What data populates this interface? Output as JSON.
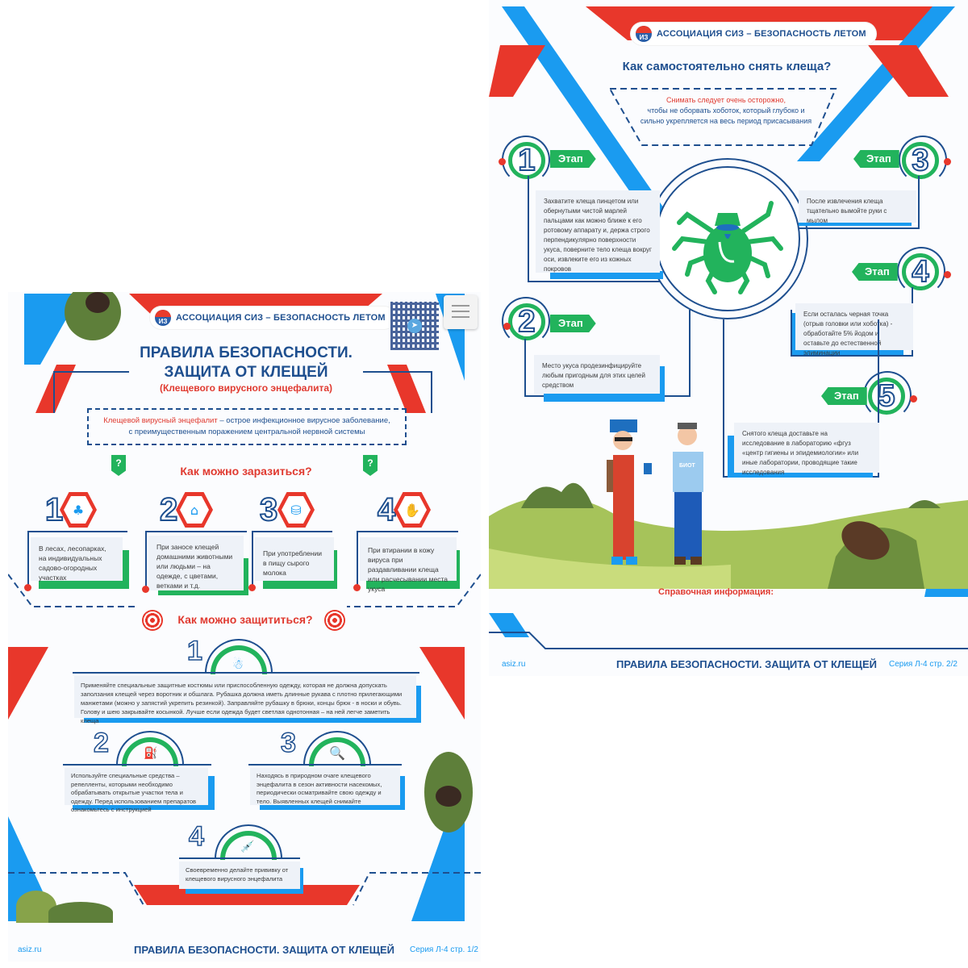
{
  "header": {
    "org_pill": "АССОЦИАЦИЯ СИЗ – БЕЗОПАСНОСТЬ ЛЕТОМ",
    "logo_text": "ИЗ"
  },
  "page1": {
    "title_line1": "ПРАВИЛА БЕЗОПАСНОСТИ.",
    "title_line2": "ЗАЩИТА ОТ КЛЕЩЕЙ",
    "subtitle": "(Клещевого вирусного энцефалита)",
    "definition_term": "Клещевой вирусный энцефалит",
    "definition_rest": " – острое инфекционное вирусное заболевание,",
    "definition_line2": "с преимущественным поражением центральной нервной системы",
    "question_mark": "?",
    "infection_heading": "Как можно заразиться?",
    "infection_items": [
      {
        "num": "1",
        "icon": "trees-icon",
        "text": "В лесах, лесопарках, на индивидуальных садово-огородных участках"
      },
      {
        "num": "2",
        "icon": "pet-house-icon",
        "text": "При заносе клещей домашними животными или людьми – на одежде, с цветами, ветками и т.д."
      },
      {
        "num": "3",
        "icon": "milk-can-icon",
        "text": "При употреблении в пищу сырого молока"
      },
      {
        "num": "4",
        "icon": "glove-icon",
        "text": "При втирании в кожу вируса при раздавливании клеща или расчесывании места укуса"
      }
    ],
    "protection_heading": "Как можно защититься?",
    "protection_items": [
      {
        "num": "1",
        "icon": "protective-suit-icon",
        "text": "Применяйте специальные защитные костюмы или приспособленную одежду, которая не должна допускать заползания клещей через воротник и обшлага. Рубашка должна иметь длинные рукава с плотно прилегающими манжетами (можно у запястий укрепить резинкой). Заправляйте рубашку в брюки, концы брюк - в носки и обувь. Голову и шею закрывайте косынкой. Лучше если одежда будет светлая однотонная – на ней легче заметить клеща"
      },
      {
        "num": "2",
        "icon": "repellent-spray-icon",
        "text": "Используйте специальные средства – репелленты, которыми необходимо обрабатывать открытые участки тела и одежду. Перед использованием препаратов ознакомьтесь с инструкцией"
      },
      {
        "num": "3",
        "icon": "magnifier-tick-icon",
        "text": "Находясь в природном очаге клещевого энцефалита в сезон активности насекомых, периодически осматривайте свою одежду и тело. Выявленных клещей снимайте"
      },
      {
        "num": "4",
        "icon": "vaccine-icon",
        "text": "Своевременно делайте прививку от клещевого вирусного энцефалита"
      }
    ],
    "footer": {
      "site": "asiz.ru",
      "title": "ПРАВИЛА БЕЗОПАСНОСТИ. ЗАЩИТА ОТ КЛЕЩЕЙ",
      "series": "Серия Л-4 стр. 1/2"
    }
  },
  "page2": {
    "title": "Как самостоятельно снять клеща?",
    "warning_red": "Снимать следует очень осторожно,",
    "warning_rest": "чтобы не оборвать хоботок, который глубоко и сильно укрепляется на весь период присасывания",
    "stage_label": "Этап",
    "stages": [
      {
        "num": "1",
        "text": "Захватите клеща пинцетом или обернутыми чистой марлей пальцами как можно ближе к его ротовому аппарату и, держа строго перпендикулярно поверхности укуса, поверните тело клеща вокруг оси, извлеките его из кожных покровов"
      },
      {
        "num": "2",
        "text": "Место укуса продезинфицируйте любым пригодным для этих целей средством"
      },
      {
        "num": "3",
        "text": "После извлечения клеща тщательно вымойте руки с мылом"
      },
      {
        "num": "4",
        "text": "Если осталась черная точка (отрыв головки или хоботка) - обработайте 5% йодом и оставьте до естественной элиминации"
      },
      {
        "num": "5",
        "text": "Снятого клеща доставьте на исследование в лабораторию «фгуз «центр гигиены и эпидемиологии» или иные лаборатории, проводящие такие исследования"
      }
    ],
    "shirt_label": "БИОТ",
    "reference": "Справочная информация:",
    "footer": {
      "site": "asiz.ru",
      "title": "ПРАВИЛА БЕЗОПАСНОСТИ. ЗАЩИТА ОТ КЛЕЩЕЙ",
      "series": "Серия Л-4 стр. 2/2"
    }
  },
  "colors": {
    "brand_blue": "#1e4f8f",
    "accent_red": "#e8372b",
    "accent_green": "#22b35c",
    "sky_blue": "#1a9bf0"
  }
}
